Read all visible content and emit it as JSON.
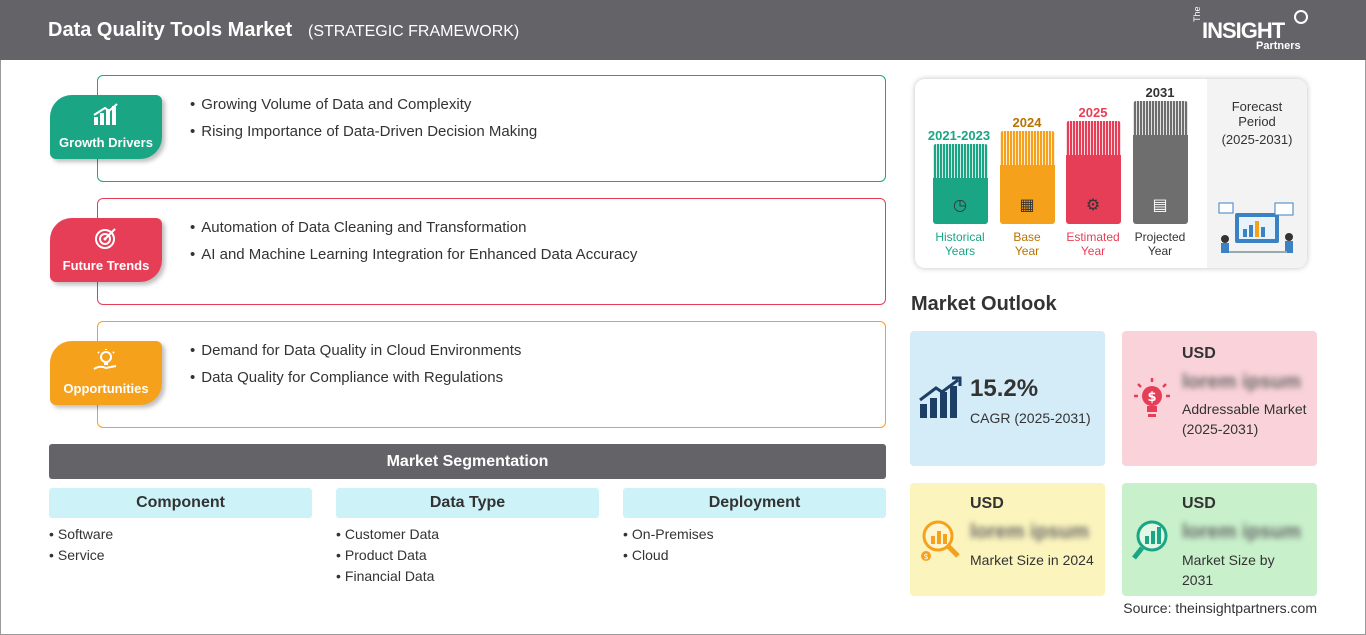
{
  "header": {
    "title": "Data Quality Tools Market",
    "subtitle": "(STRATEGIC FRAMEWORK)",
    "logo": {
      "the": "The",
      "insight": "INSIGHT",
      "partners": "Partners"
    }
  },
  "framework": {
    "growth_drivers": {
      "label": "Growth Drivers",
      "color": "#1aa584",
      "icon": "growth-chart-icon",
      "items": [
        "Growing Volume of Data and Complexity",
        "Rising Importance of Data-Driven Decision Making"
      ]
    },
    "future_trends": {
      "label": "Future Trends",
      "color": "#e63e57",
      "icon": "target-icon",
      "items": [
        "Automation of Data Cleaning and Transformation",
        "AI and Machine Learning Integration for Enhanced Data Accuracy"
      ]
    },
    "opportunities": {
      "label": "Opportunities",
      "color": "#f6a11b",
      "icon": "idea-hand-icon",
      "items": [
        "Demand for Data Quality in Cloud Environments",
        "Data Quality for Compliance with Regulations"
      ]
    }
  },
  "segmentation": {
    "title": "Market Segmentation",
    "columns": [
      {
        "head": "Component",
        "items": [
          "Software",
          "Service"
        ]
      },
      {
        "head": "Data Type",
        "items": [
          "Customer Data",
          "Product Data",
          "Financial Data"
        ]
      },
      {
        "head": "Deployment",
        "items": [
          "On-Premises",
          "Cloud"
        ]
      }
    ]
  },
  "timeline": {
    "historical": {
      "year": "2021-2023",
      "line1": "Historical",
      "line2": "Years",
      "color": "#1aa584"
    },
    "base": {
      "year": "2024",
      "line1": "Base",
      "line2": "Year",
      "color": "#f6a11b"
    },
    "estimated": {
      "year": "2025",
      "line1": "Estimated",
      "line2": "Year",
      "color": "#e63e57"
    },
    "projected": {
      "year": "2031",
      "line1": "Projected",
      "line2": "Year",
      "color": "#6e6e6e"
    },
    "forecast": {
      "title": "Forecast Period",
      "range": "(2025-2031)"
    }
  },
  "outlook": {
    "title": "Market Outlook",
    "cagr": {
      "value": "15.2%",
      "desc": "CAGR (2025-2031)",
      "bg": "#d4ecf7"
    },
    "addressable": {
      "usd": "USD",
      "value": "lorem ipsum",
      "desc": "Addressable Market (2025-2031)",
      "bg": "#f9d3d9"
    },
    "size_2024": {
      "usd": "USD",
      "value": "lorem ipsum",
      "desc": "Market Size in 2024",
      "bg": "#fbf4bd"
    },
    "size_2031": {
      "usd": "USD",
      "value": "lorem ipsum",
      "desc": "Market Size by 2031",
      "bg": "#c8f0cb"
    }
  },
  "source": "Source: theinsightpartners.com"
}
